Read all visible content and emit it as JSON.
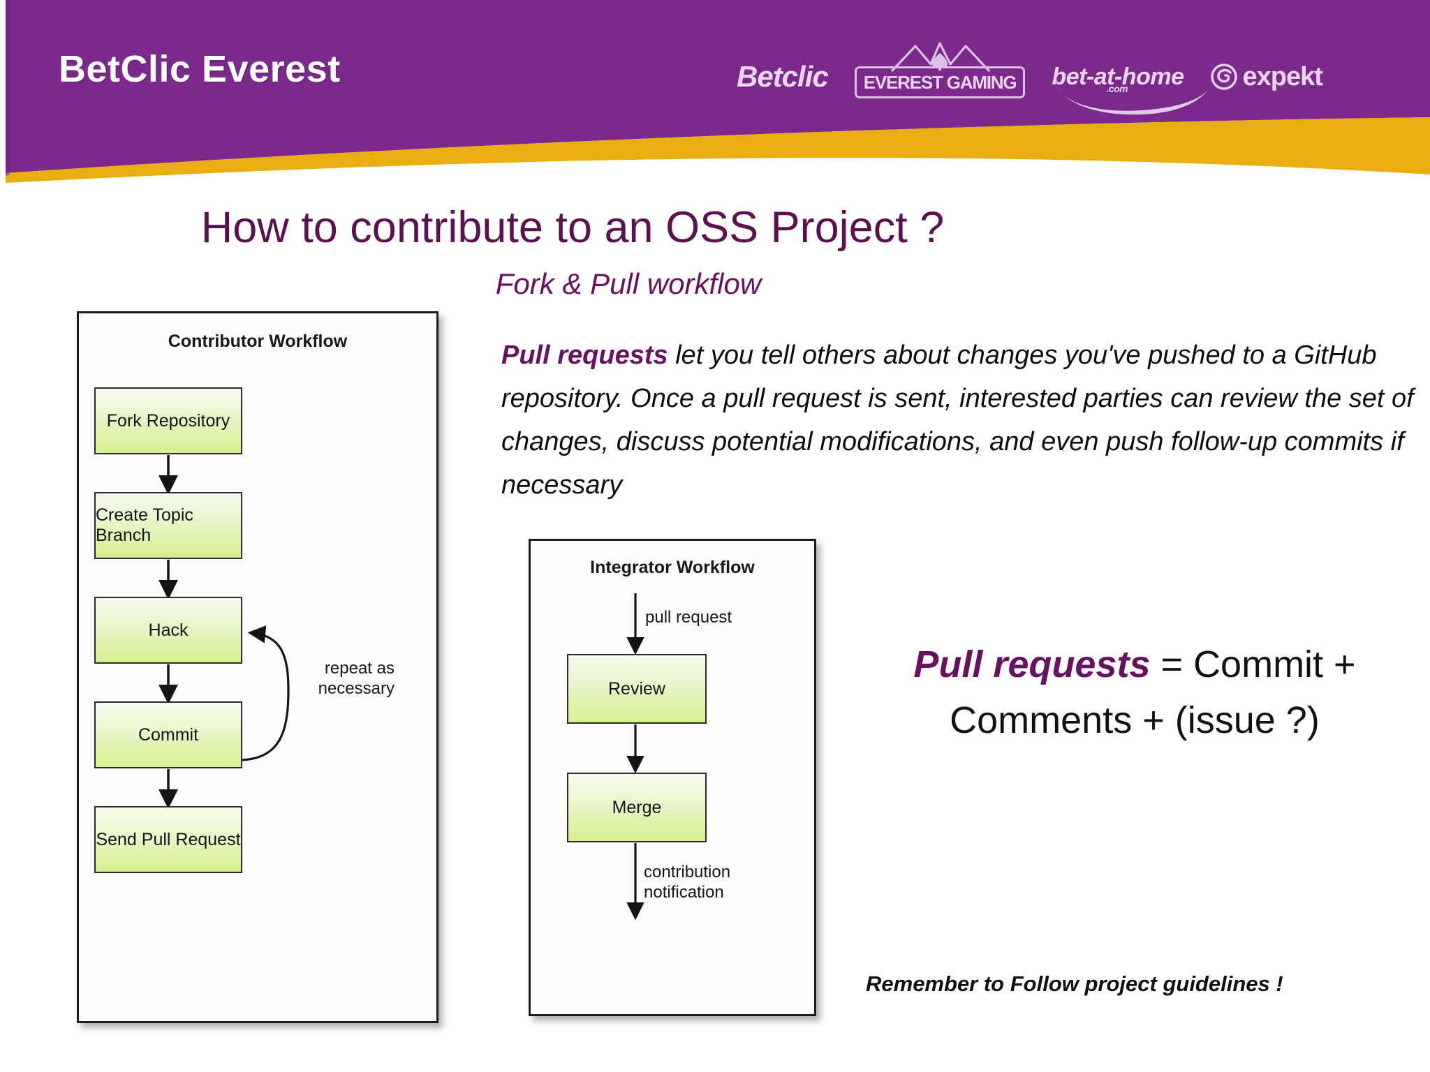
{
  "header": {
    "brand_title": "BetClic Everest",
    "background_color": "#7B2A8C",
    "accent_color": "#E8AE12",
    "logos": [
      {
        "name": "betclic-logo",
        "text": "Betclic"
      },
      {
        "name": "everest-gaming-logo",
        "text": "EVEREST GAMING"
      },
      {
        "name": "bet-at-home-logo",
        "text": "bet-at-home",
        "sub": ".com"
      },
      {
        "name": "expekt-logo",
        "text": "expekt"
      }
    ]
  },
  "slide": {
    "title": "How to contribute to an OSS Project ?",
    "subtitle": "Fork & Pull workflow",
    "title_color": "#5B1050",
    "paragraph": {
      "lead": "Pull requests",
      "rest": " let you tell others about changes you've pushed to a GitHub repository. Once a pull request is sent, interested parties can review the set of changes, discuss potential modifications, and even push follow-up commits if necessary"
    },
    "equation": {
      "lead": "Pull requests",
      "line1_rest": " = Commit +",
      "line2": "Comments + (issue ?)"
    },
    "footer_note": "Remember to Follow project guidelines !"
  },
  "contributor_diagram": {
    "heading": "Contributor Workflow",
    "nodes": [
      {
        "label": "Fork Repository"
      },
      {
        "label": "Create Topic Branch"
      },
      {
        "label": "Hack"
      },
      {
        "label": "Commit"
      },
      {
        "label": "Send Pull Request"
      }
    ],
    "loop_label": "repeat as\nnecessary"
  },
  "integrator_diagram": {
    "heading": "Integrator Workflow",
    "inbound_label": "pull request",
    "nodes": [
      {
        "label": "Review"
      },
      {
        "label": "Merge"
      }
    ],
    "outbound_label": "contribution\nnotification"
  }
}
